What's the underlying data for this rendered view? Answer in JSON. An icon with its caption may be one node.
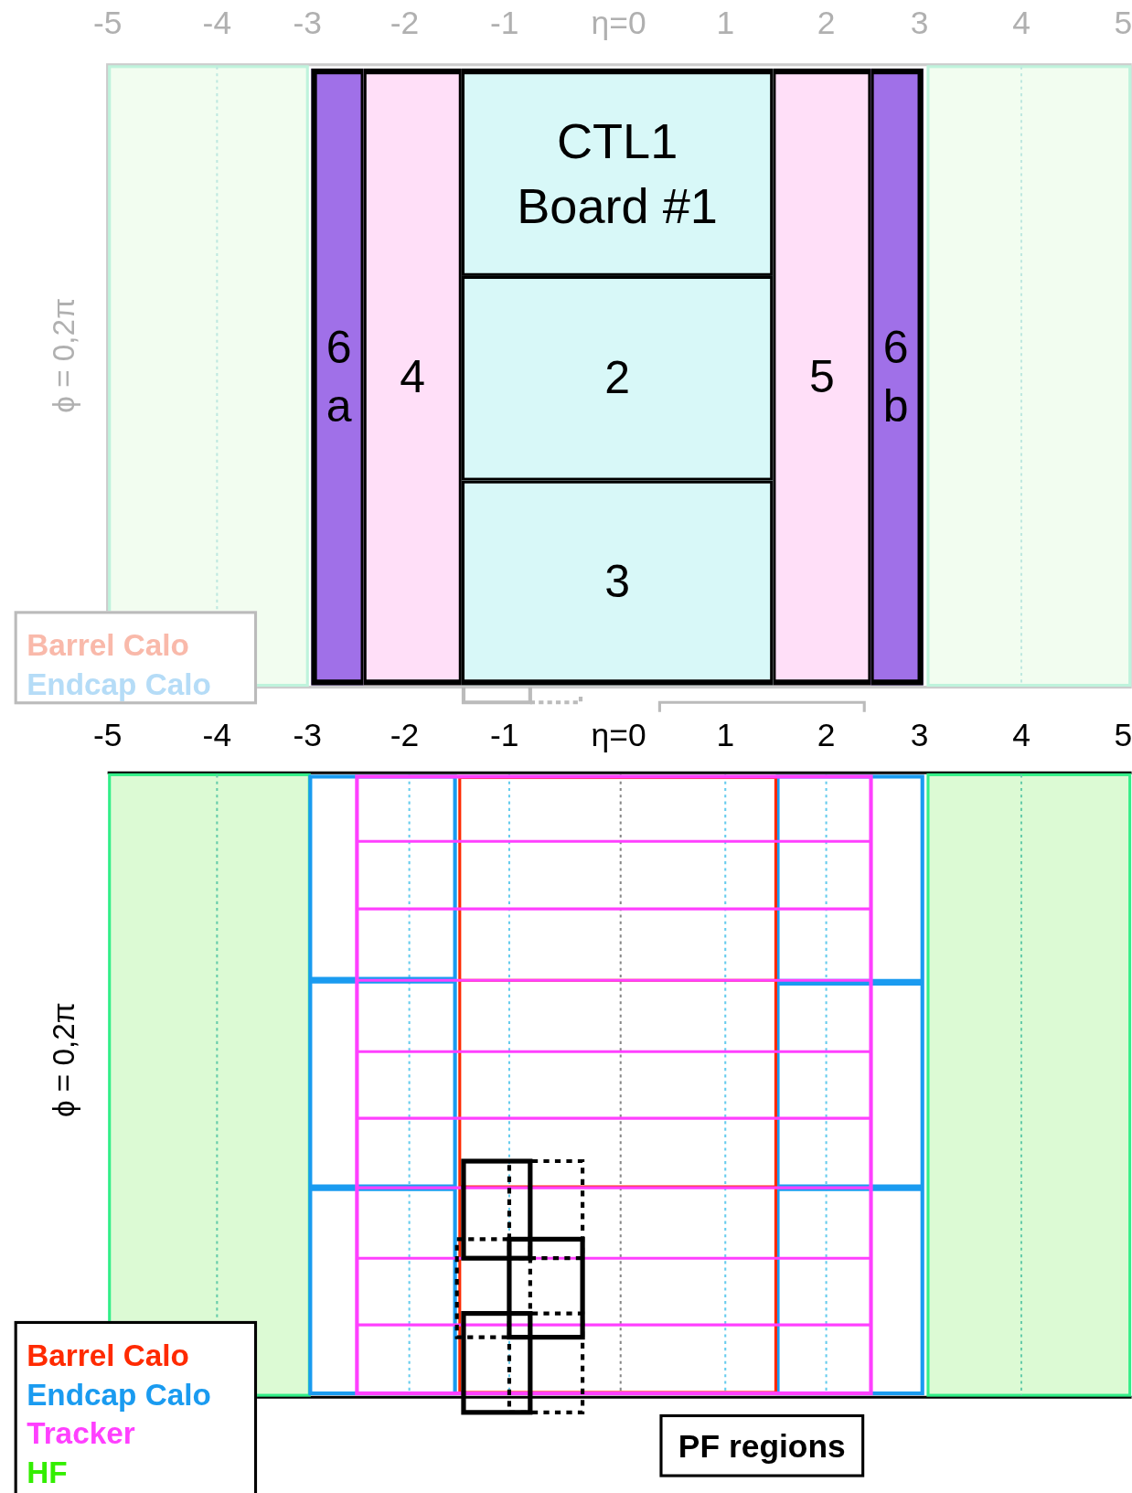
{
  "diagram": {
    "nodes": [
      {
        "text": [
          "6 a"
        ]
      },
      {
        "text": [
          "4"
        ]
      },
      {
        "text": [
          "CTL1 Board #1"
        ]
      },
      {
        "text": [
          "2"
        ]
      },
      {
        "text": [
          "3"
        ]
      },
      {
        "text": [
          "5"
        ]
      },
      {
        "text": [
          "6 b"
        ]
      },
      {
        "text": [
          "PF regions"
        ]
      }
    ],
    "labels": [
      "-5",
      "-4",
      "-3",
      "-2",
      "-1",
      "η=0",
      "1",
      "2",
      "3",
      "4",
      "5",
      "ϕ = 0,2π",
      "-5",
      "-4",
      "-3",
      "-2",
      "-1",
      "η=0",
      "1",
      "2",
      "3",
      "4",
      "5",
      "ϕ = 0,2π"
    ],
    "legend": [
      {
        "text": "Barrel Calo",
        "color": "#f9b9aa"
      },
      {
        "text": "Endcap Calo",
        "color": "#b5dcf7"
      },
      {
        "text": "Barrel Calo",
        "color": "#ff2a00"
      },
      {
        "text": "Endcap Calo",
        "color": "#1a9bf0"
      },
      {
        "text": "Tracker",
        "color": "#ff40ff"
      },
      {
        "text": "HF",
        "color": "#33ee00"
      }
    ]
  }
}
